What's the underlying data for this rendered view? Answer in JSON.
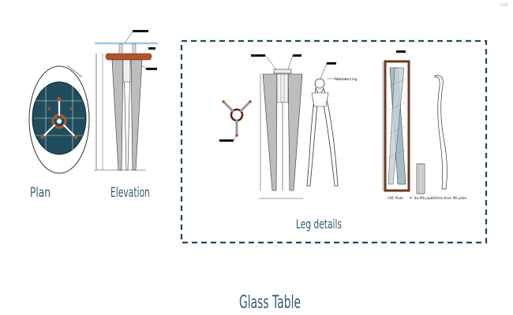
{
  "labels": {
    "plan": "Plan",
    "elevation": "Elevation",
    "leg_details": "Leg details",
    "main_title": "Glass Table",
    "cnc_plate": "CNC Plate",
    "ms_pipe": "4\" dia MS pipe",
    "ms_plate": "100mm thick MS plate"
  },
  "colors": {
    "teal_dark": "#1f4d5c",
    "wood": "#b5522a",
    "glass": "#9fc7e6",
    "leg_grey": "#bdbdbd",
    "frame_brown": "#6b3a1e",
    "dash_border": "#22485a",
    "label_blue": "#2e5d74"
  }
}
